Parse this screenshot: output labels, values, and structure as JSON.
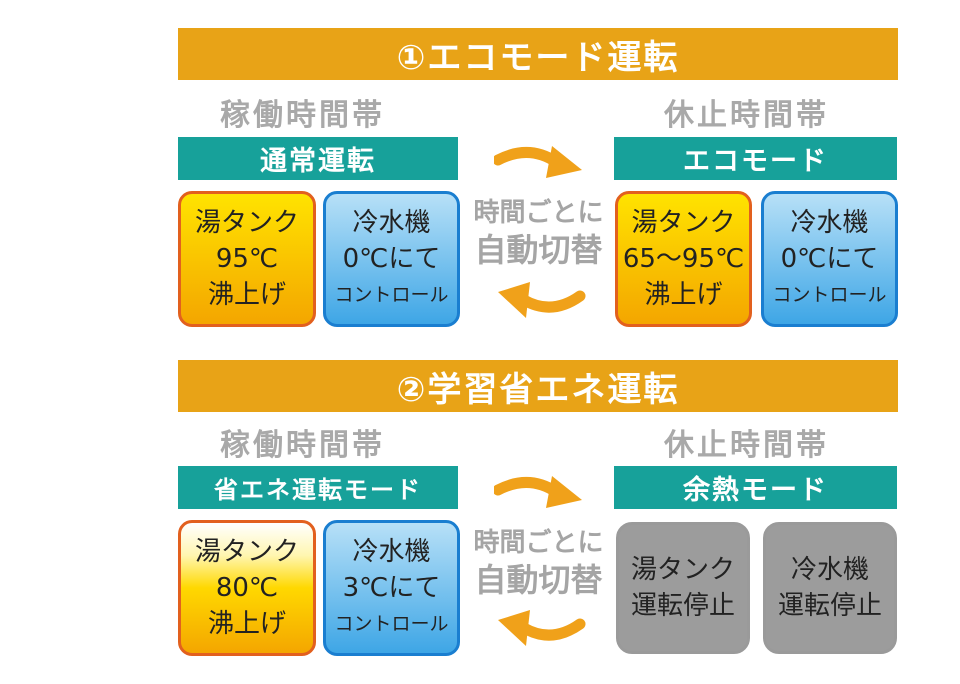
{
  "colors": {
    "banner": "#E8A317",
    "mode_bar": "#17A19A",
    "arrow": "#F0A11A",
    "period_text": "#A9A9A9"
  },
  "sections": [
    {
      "title": "①エコモード運転",
      "active_period": "稼働時間帯",
      "idle_period": "休止時間帯",
      "active_mode": "通常運転",
      "idle_mode": "エコモード",
      "switch_line1": "時間ごとに",
      "switch_line2": "自動切替",
      "active_hot": [
        "湯タンク",
        "95℃",
        "沸上げ"
      ],
      "active_cold": [
        "冷水機",
        "0℃にて",
        "コントロール"
      ],
      "idle_hot": [
        "湯タンク",
        "65〜95℃",
        "沸上げ"
      ],
      "idle_cold": [
        "冷水機",
        "0℃にて",
        "コントロール"
      ]
    },
    {
      "title": "②学習省エネ運転",
      "active_period": "稼働時間帯",
      "idle_period": "休止時間帯",
      "active_mode": "省エネ運転モード",
      "idle_mode": "余熱モード",
      "switch_line1": "時間ごとに",
      "switch_line2": "自動切替",
      "active_hot": [
        "湯タンク",
        "80℃",
        "沸上げ"
      ],
      "active_cold": [
        "冷水機",
        "3℃にて",
        "コントロール"
      ],
      "idle_hot": [
        "湯タンク",
        "運転停止"
      ],
      "idle_cold": [
        "冷水機",
        "運転停止"
      ]
    }
  ]
}
